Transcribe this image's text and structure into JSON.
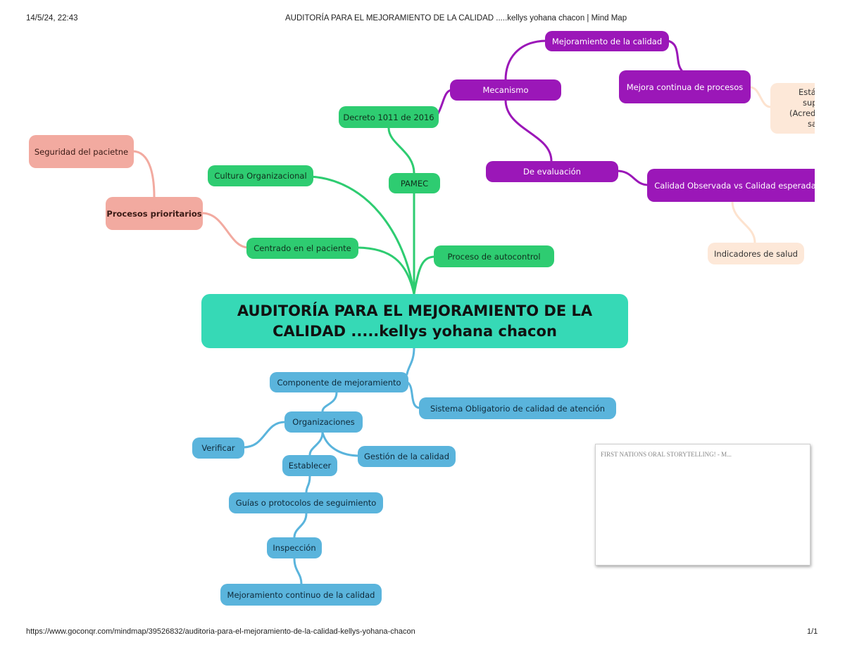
{
  "header": {
    "datetime": "14/5/24, 22:43",
    "title": "AUDITORÍA PARA EL MEJORAMIENTO DE LA CALIDAD .....kellys yohana chacon | Mind Map"
  },
  "footer": {
    "url": "https://www.goconqr.com/mindmap/39526832/auditoria-para-el-mejoramiento-de-la-calidad-kellys-yohana-chacon",
    "page": "1/1"
  },
  "colors": {
    "green": "#2ecc71",
    "blue": "#5ab4dc",
    "purple": "#9b17b8",
    "salmon": "#f2aaa0",
    "cream": "#fde8d8",
    "root": "#36d9b6"
  },
  "mindmap": {
    "root": {
      "line1": "AUDITORÍA PARA EL MEJORAMIENTO DE LA",
      "line2": "CALIDAD .....kellys yohana chacon"
    },
    "green": {
      "pamec": "PAMEC",
      "decreto": "Decreto 1011 de 2016",
      "cultura": "Cultura Organizacional",
      "centrado": "Centrado en el paciente",
      "autocontrol": "Proceso de autocontrol"
    },
    "purple": {
      "mecanismo": "Mecanismo",
      "mejoramiento": "Mejoramiento de la calidad",
      "mejora_continua": "Mejora continua de procesos",
      "evaluacion": "De evaluación",
      "calidad_obs": "Calidad Observada vs Calidad esperada"
    },
    "cream": {
      "estandares": [
        "Estándares",
        "superiores",
        "(Acreditación",
        "salud)"
      ],
      "indicadores": "Indicadores de salud"
    },
    "salmon": {
      "seguridad": "Seguridad del pacietne",
      "procesos": "Procesos prioritarios"
    },
    "blue": {
      "componente": "Componente de mejoramiento",
      "sistema": "Sistema Obligatorio de calidad de atención",
      "organizaciones": "Organizaciones",
      "verificar": "Verificar",
      "gestion": "Gestión de la calidad",
      "establecer": "Establecer",
      "guias": "Guías o protocolos de seguimiento",
      "inspeccion": "Inspección",
      "mejoramiento_continuo": "Mejoramiento continuo de la calidad"
    }
  },
  "related": {
    "title": "FIRST NATIONS ORAL STORYTELLING! - M..."
  }
}
